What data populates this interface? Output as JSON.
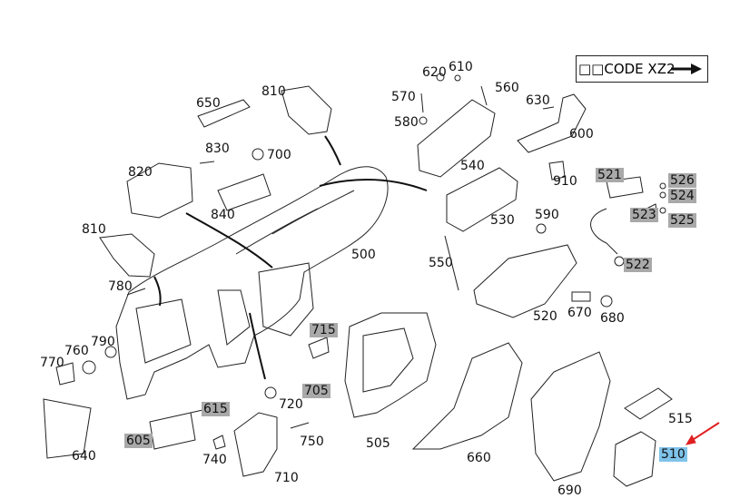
{
  "code_box": {
    "text": "□□CODE XZ2",
    "arrow": "right-arrow-icon"
  },
  "colors": {
    "highlight_grey": "#a9a9a9",
    "highlight_blue": "#7fc3ea",
    "pointer_red": "#e02020"
  },
  "labels": {
    "l500": "500",
    "l505": "505",
    "l510": "510",
    "l515": "515",
    "l520": "520",
    "l521": "521",
    "l522": "522",
    "l523": "523",
    "l524": "524",
    "l525": "525",
    "l526": "526",
    "l530": "530",
    "l540": "540",
    "l550": "550",
    "l560": "560",
    "l570": "570",
    "l580": "580",
    "l590": "590",
    "l600": "600",
    "l605": "605",
    "l610": "610",
    "l615": "615",
    "l620": "620",
    "l630": "630",
    "l640": "640",
    "l650": "650",
    "l660": "660",
    "l670": "670",
    "l680": "680",
    "l690": "690",
    "l700": "700",
    "l705": "705",
    "l710": "710",
    "l715": "715",
    "l720": "720",
    "l740": "740",
    "l750": "750",
    "l760": "760",
    "l770": "770",
    "l780": "780",
    "l790": "790",
    "l810a": "810",
    "l810b": "810",
    "l820": "820",
    "l830": "830",
    "l840": "840",
    "l910": "910"
  }
}
